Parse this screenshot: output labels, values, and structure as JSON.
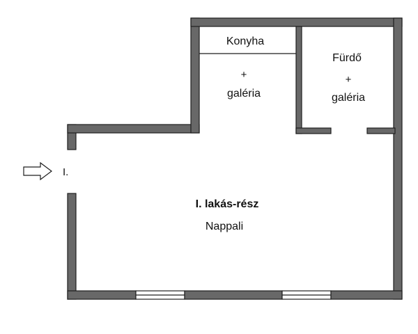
{
  "plan": {
    "kitchen_label": "Konyha",
    "kitchen_plus": "+",
    "kitchen_gallery": "galéria",
    "bath_label": "Fürdő",
    "bath_plus": "+",
    "bath_gallery": "galéria",
    "entry_label": "I.",
    "unit_label": "I. lakás-rész",
    "living_label": "Nappali"
  }
}
